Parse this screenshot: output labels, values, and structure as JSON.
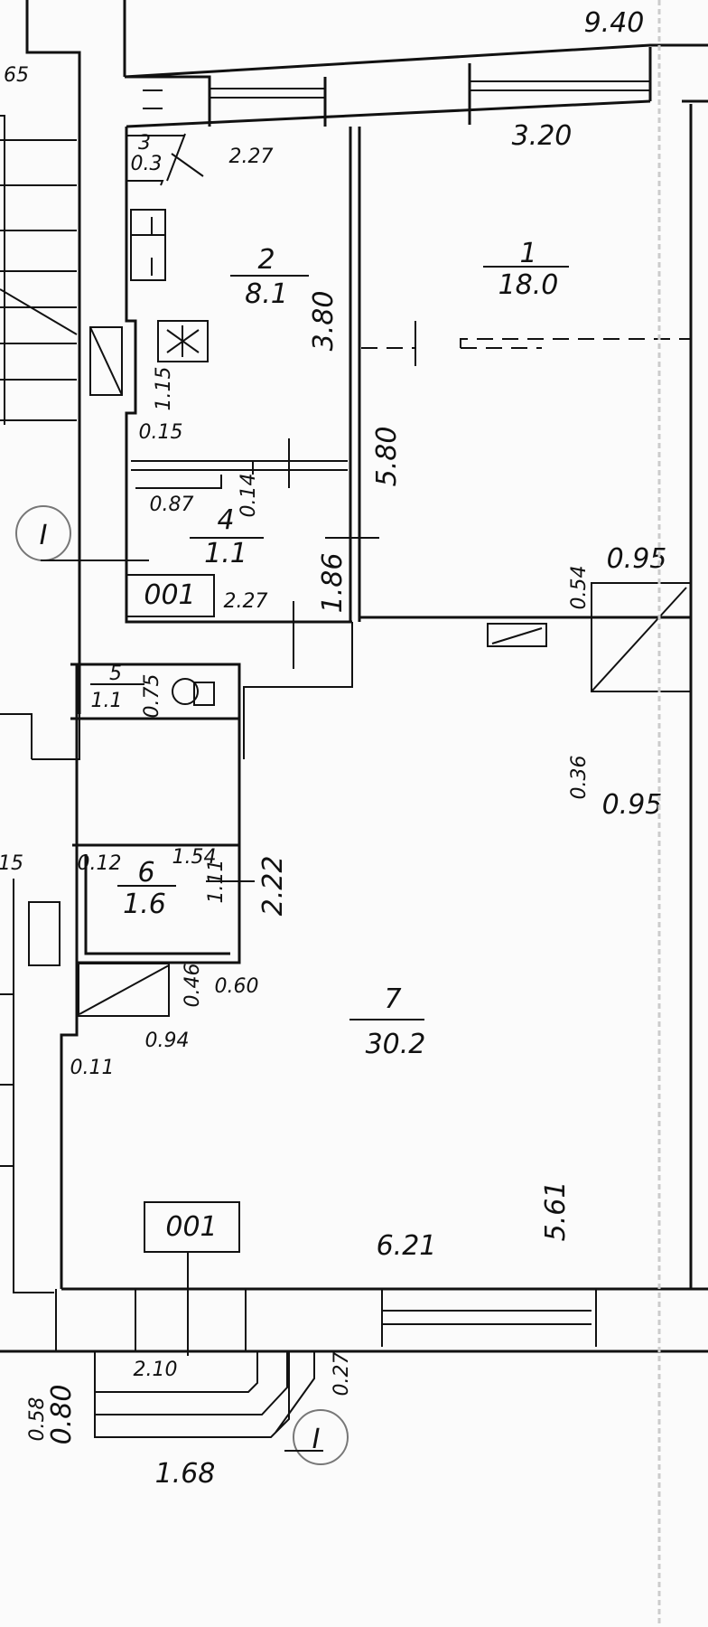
{
  "rooms": [
    {
      "number": "1",
      "area": "18.0"
    },
    {
      "number": "2",
      "area": "8.1"
    },
    {
      "number": "3",
      "area": "0.3"
    },
    {
      "number": "4",
      "area": "1.1"
    },
    {
      "number": "5",
      "area": "1.1"
    },
    {
      "number": "6",
      "area": "1.6"
    },
    {
      "number": "7",
      "area": "30.2"
    }
  ],
  "dimensions": {
    "top_total": "9.40",
    "stair_width": "65",
    "room1_width": "3.20",
    "room2_width": "2.27",
    "room2_height": "3.80",
    "niche": "1.15",
    "niche_depth": "0.15",
    "room1_height": "5.80",
    "room4_a": "0.87",
    "room4_b": "0.14",
    "room4_width": "2.27",
    "room4_height": "1.86",
    "shaft_top_h": "0.54",
    "shaft_top_w": "0.95",
    "shaft_bottom_h": "0.36",
    "shaft_bottom_w": "0.95",
    "room5_dim": "0.75",
    "room6_a": "0.12",
    "room6_width": "1.54",
    "room6_height": "1.11",
    "bath_height": "2.22",
    "left_cut": "15",
    "closet_h": "0.46",
    "closet_w": "0.60",
    "closet_depth": "0.94",
    "wall_step": "0.11",
    "room7_width": "6.21",
    "room7_height": "5.61",
    "porch_a": "0.58",
    "porch_width": "2.10",
    "porch_depth": "0.80",
    "porch_step": "0.27",
    "porch_bottom": "1.68"
  },
  "section_marks": [
    "I",
    "I"
  ],
  "entrance_tags": [
    "001",
    "001"
  ]
}
